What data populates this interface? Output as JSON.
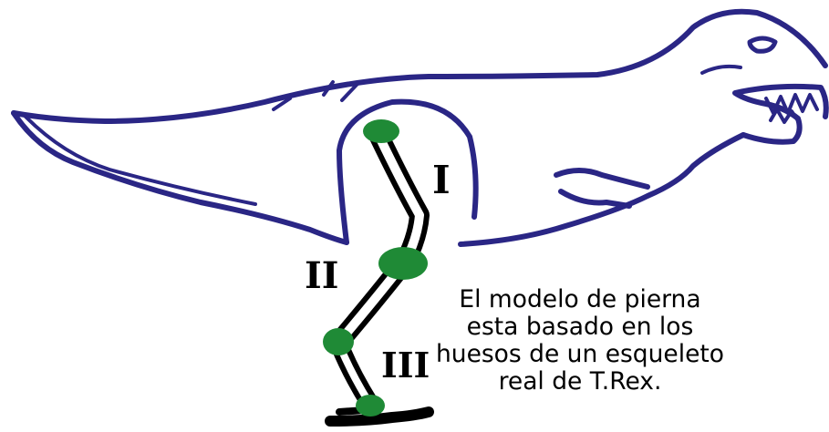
{
  "colors": {
    "outline": "#2a2685",
    "bone": "#000000",
    "joint": "#1f8a36",
    "background": "#ffffff"
  },
  "bone_labels": {
    "upper": "I",
    "middle": "II",
    "lower": "III"
  },
  "caption": {
    "line1": "El modelo de pierna",
    "line2": "esta basado en los",
    "line3": "huesos de un esqueleto",
    "line4": "real de T.Rex."
  }
}
